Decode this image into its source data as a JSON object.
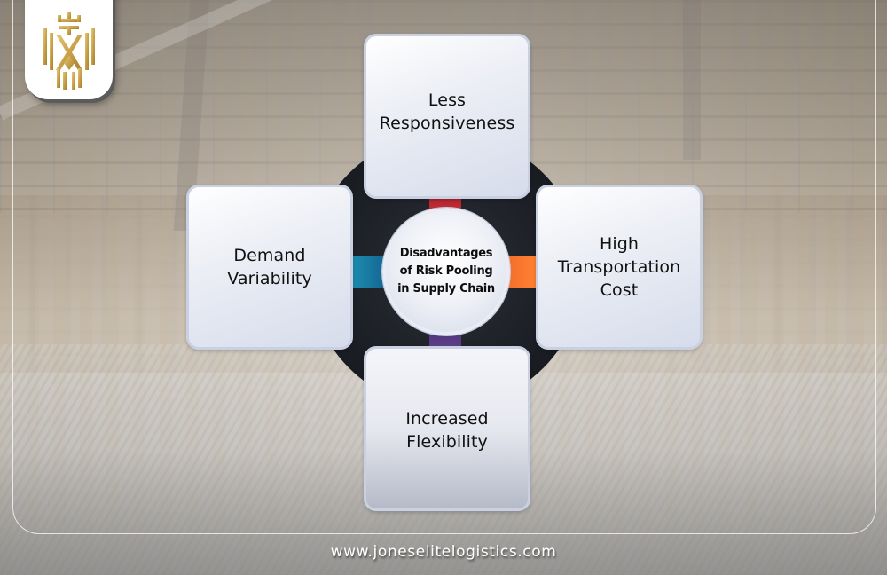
{
  "brand": {
    "logo_icon": "lion-crown-emblem-icon",
    "logo_color": "#c9a24a",
    "website": "www.joneselitelogistics.com"
  },
  "diagram": {
    "center_title": "Disadvantages\nof Risk Pooling\nin Supply Chain",
    "items": [
      {
        "position": "top",
        "label": "Less\nResponsiveness",
        "connector_color": "#b3262f"
      },
      {
        "position": "left",
        "label": "Demand\nVariability",
        "connector_color": "#1a7ea5"
      },
      {
        "position": "right",
        "label": "High\nTransportation\nCost",
        "connector_color": "#ff8030"
      },
      {
        "position": "bottom",
        "label": "Increased\nFlexibility",
        "connector_color": "#6b4a99"
      }
    ],
    "hub_background": "#1b1e24"
  },
  "background": {
    "description": "warehouse-interior-photo"
  }
}
